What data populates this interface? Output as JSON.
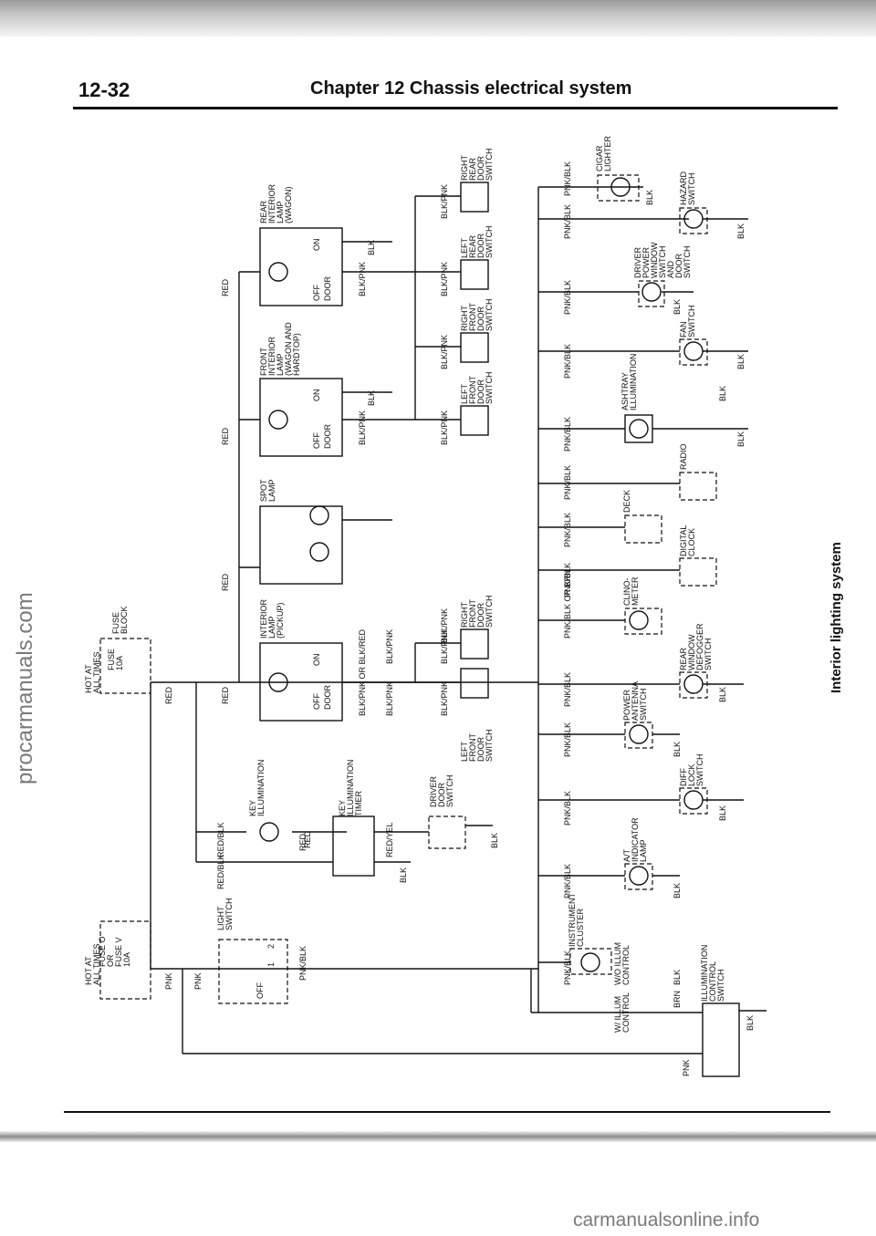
{
  "header": {
    "page_number": "12-32",
    "chapter_title": "Chapter 12  Chassis electrical system"
  },
  "side_title": "Interior lighting system",
  "watermarks": {
    "side": "procarmanuals.com",
    "bottom": "carmanualsonline.info"
  },
  "components": [
    {
      "id": "fuse_block",
      "lines": [
        "FUSE",
        "BLOCK"
      ]
    },
    {
      "id": "hot_at_all_times_1",
      "lines": [
        "HOT AT",
        "ALL TIMES"
      ]
    },
    {
      "id": "fuse_10a",
      "lines": [
        "FUSE",
        "10A"
      ]
    },
    {
      "id": "hot_at_all_times_2",
      "lines": [
        "HOT AT",
        "ALL TIMES"
      ]
    },
    {
      "id": "fuse_o_or_v",
      "lines": [
        "FUSE O",
        "OR",
        "FUSE V",
        "10A"
      ]
    },
    {
      "id": "light_switch",
      "lines": [
        "LIGHT",
        "SWITCH"
      ]
    },
    {
      "id": "key_illumination",
      "lines": [
        "KEY",
        "ILLUMINATION"
      ]
    },
    {
      "id": "key_illumination_timer",
      "lines": [
        "KEY",
        "ILLUMINATION",
        "TIMER"
      ]
    },
    {
      "id": "driver_door_switch",
      "lines": [
        "DRIVER",
        "DOOR",
        "SWITCH"
      ]
    },
    {
      "id": "interior_lamp_pickup",
      "lines": [
        "INTERIOR",
        "LAMP",
        "(PICKUP)"
      ]
    },
    {
      "id": "spot_lamp",
      "lines": [
        "SPOT",
        "LAMP"
      ]
    },
    {
      "id": "front_interior_lamp",
      "lines": [
        "FRONT",
        "INTERIOR",
        "LAMP",
        "(WAGON AND",
        "HARDTOP)"
      ]
    },
    {
      "id": "rear_interior_lamp",
      "lines": [
        "REAR",
        "INTERIOR",
        "LAMP",
        "(WAGON)"
      ]
    },
    {
      "id": "right_rear_door_switch",
      "lines": [
        "RIGHT",
        "REAR",
        "DOOR",
        "SWITCH"
      ]
    },
    {
      "id": "left_rear_door_switch",
      "lines": [
        "LEFT",
        "REAR",
        "DOOR",
        "SWITCH"
      ]
    },
    {
      "id": "right_front_door_switch_1",
      "lines": [
        "RIGHT",
        "FRONT",
        "DOOR",
        "SWITCH"
      ]
    },
    {
      "id": "left_front_door_switch_1",
      "lines": [
        "LEFT",
        "FRONT",
        "DOOR",
        "SWITCH"
      ]
    },
    {
      "id": "right_front_door_switch_2",
      "lines": [
        "RIGHT",
        "FRONT",
        "DOOR",
        "SWITCH"
      ]
    },
    {
      "id": "left_front_door_switch_2",
      "lines": [
        "LEFT",
        "FRONT",
        "DOOR",
        "SWITCH"
      ]
    },
    {
      "id": "cigar_lighter",
      "lines": [
        "CIGAR",
        "LIGHTER"
      ]
    },
    {
      "id": "hazard_switch",
      "lines": [
        "HAZARD",
        "SWITCH"
      ]
    },
    {
      "id": "driver_power_window",
      "lines": [
        "DRIVER",
        "POWER",
        "WINDOW",
        "SWITCH",
        "AND",
        "DOOR",
        "SWITCH"
      ]
    },
    {
      "id": "fan_switch",
      "lines": [
        "FAN",
        "SWITCH"
      ]
    },
    {
      "id": "ashtray_illumination",
      "lines": [
        "ASHTRAY",
        "ILLUMINATION"
      ]
    },
    {
      "id": "radio",
      "lines": [
        "RADIO"
      ]
    },
    {
      "id": "deck",
      "lines": [
        "DECK"
      ]
    },
    {
      "id": "digital_clock",
      "lines": [
        "DIGITAL",
        "CLOCK"
      ]
    },
    {
      "id": "clinometer",
      "lines": [
        "CLINO-",
        "METER"
      ]
    },
    {
      "id": "rear_window_defogger",
      "lines": [
        "REAR",
        "WINDOW",
        "DEFOGGER",
        "SWITCH"
      ]
    },
    {
      "id": "power_antenna",
      "lines": [
        "POWER",
        "ANTENNA",
        "SWITCH"
      ]
    },
    {
      "id": "diff_lock",
      "lines": [
        "DIFF",
        "LOCK",
        "SWITCH"
      ]
    },
    {
      "id": "at_indicator",
      "lines": [
        "A/T",
        "INDICATOR",
        "LAMP"
      ]
    },
    {
      "id": "instrument_cluster",
      "lines": [
        "INSTRUMENT",
        "CLUSTER"
      ]
    },
    {
      "id": "wo_illum_control",
      "lines": [
        "W/O ILLUM",
        "CONTROL"
      ]
    },
    {
      "id": "w_illum_control",
      "lines": [
        "W/ ILLUM",
        "CONTROL"
      ]
    },
    {
      "id": "illumination_control_switch",
      "lines": [
        "ILLUMINATION",
        "CONTROL",
        "SWITCH"
      ]
    }
  ],
  "wire_labels": [
    "RED",
    "RED",
    "RED",
    "RED",
    "RED",
    "RED",
    "PNK",
    "PNK",
    "PNK/BLK",
    "RED/BLK",
    "RED/BLK",
    "RED",
    "RED/YEL",
    "BLK",
    "BLK",
    "BLK/PNK",
    "BLK/PNK OR BLK/RED",
    "BLK/PNK",
    "BLK/PNK",
    "BLK/PNK",
    "BLK/PNK",
    "BLK",
    "BLK/PNK",
    "BLK/PNK",
    "BLK",
    "BLK/PNK",
    "BLK/PNK",
    "BLK/PNK",
    "BLK/PNK",
    "PNK/BLK",
    "PNK/BLK",
    "PNK/BLK",
    "PNK/BLK",
    "PNK/BLK",
    "PNK/BLK",
    "PNK/BLK",
    "PNK/BLK OR BRN",
    "PNK/BLK",
    "PNK/BLK",
    "PNK/BLK",
    "PNK/BLK",
    "PNK/BLK",
    "PNK/BLK",
    "BLK",
    "BLK",
    "BLK",
    "BLK",
    "BLK",
    "BLK",
    "BLK",
    "BLK",
    "BLK",
    "BLK",
    "BLK",
    "BRN",
    "PNK",
    "BLK"
  ],
  "switch_positions": [
    "OFF",
    "DOOR",
    "ON",
    "OFF",
    "DOOR",
    "ON",
    "OFF",
    "DOOR",
    "ON",
    "OFF",
    "1",
    "2"
  ]
}
